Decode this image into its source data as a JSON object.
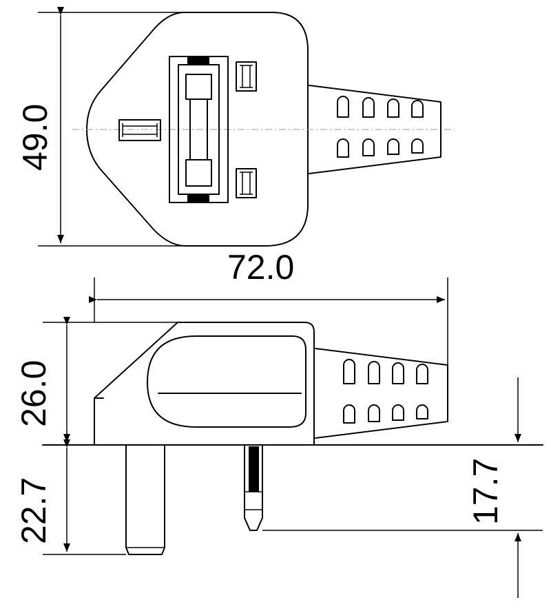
{
  "dimensions": {
    "top_height": "49.0",
    "overall_length": "72.0",
    "body_height": "26.0",
    "pin_length": "22.7",
    "short_pin_length": "17.7"
  }
}
